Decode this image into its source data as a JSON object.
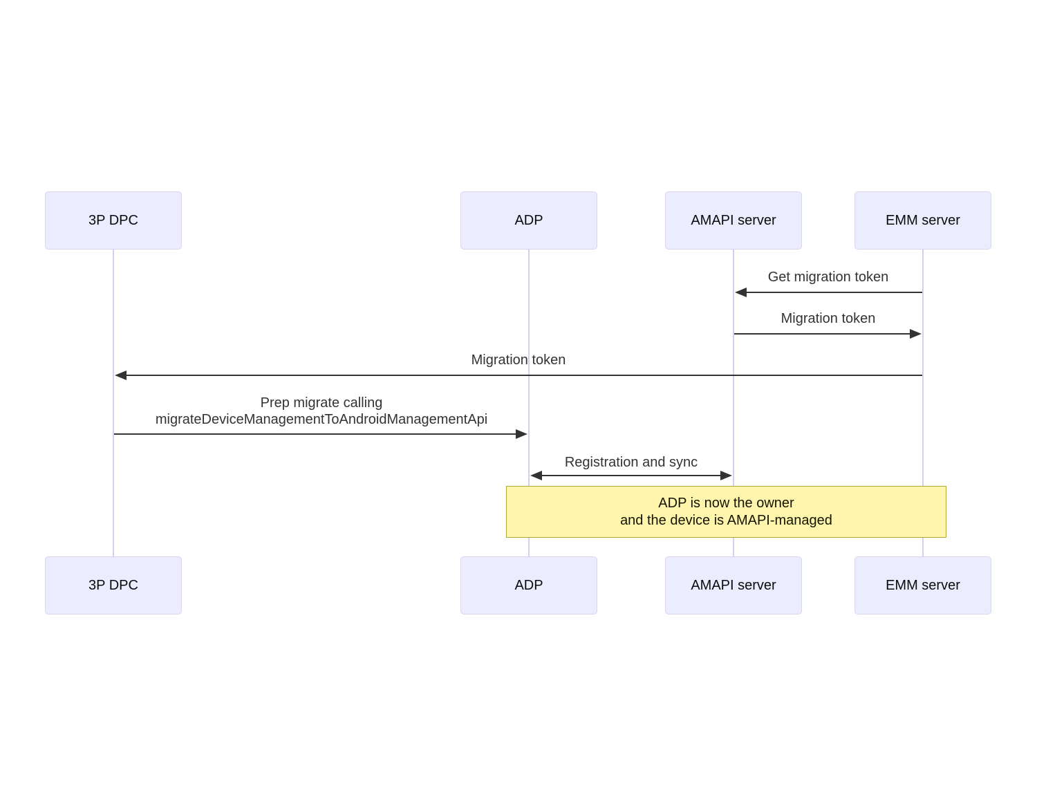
{
  "diagram": {
    "type": "sequence",
    "actors": [
      {
        "id": "3p-dpc",
        "label": "3P DPC"
      },
      {
        "id": "adp",
        "label": "ADP"
      },
      {
        "id": "amapi-server",
        "label": "AMAPI server"
      },
      {
        "id": "emm-server",
        "label": "EMM server"
      }
    ],
    "messages": [
      {
        "label": "Get migration token",
        "from": "EMM server",
        "to": "AMAPI server",
        "arrow": "left"
      },
      {
        "label": "Migration token",
        "from": "AMAPI server",
        "to": "EMM server",
        "arrow": "right"
      },
      {
        "label": "Migration token",
        "from": "EMM server",
        "to": "3P DPC",
        "arrow": "left"
      },
      {
        "line1": "Prep migrate calling",
        "line2": "migrateDeviceManagementToAndroidManagementApi",
        "from": "3P DPC",
        "to": "ADP",
        "arrow": "right"
      },
      {
        "label": "Registration and sync",
        "from": "ADP",
        "to": "AMAPI server",
        "arrow": "both"
      }
    ],
    "note": {
      "over": [
        "ADP",
        "EMM server"
      ],
      "line1": "ADP is now the owner",
      "line2": "and the device is AMAPI-managed"
    },
    "colors": {
      "actor_fill": "#ECECFF",
      "actor_border": "#DCD2F2",
      "lifeline": "#D7CCF1",
      "arrow": "#333333",
      "message_text": "#333333",
      "note_fill": "#FFF5AD",
      "note_border": "#AAAA33"
    }
  }
}
